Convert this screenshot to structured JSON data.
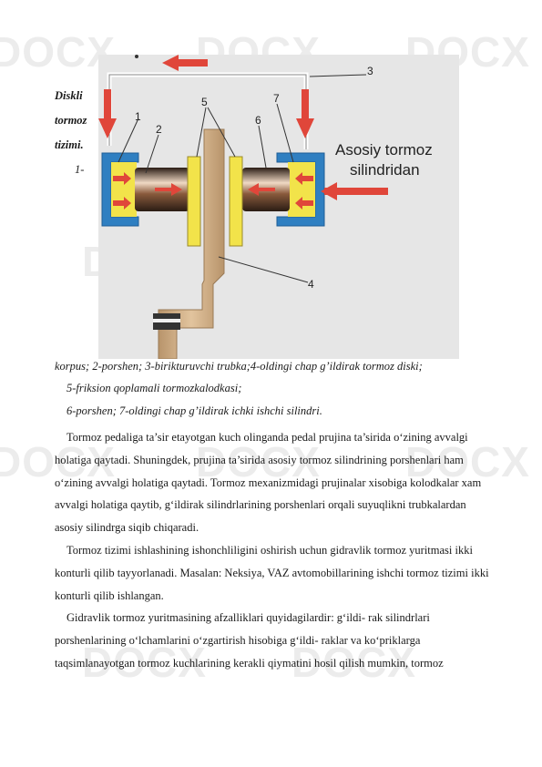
{
  "watermark": "DOCX",
  "side_caption": {
    "lines": [
      "Diskli",
      "tormoz",
      "tizimi."
    ],
    "number": "1-"
  },
  "figure": {
    "label_text_line1": "Asosiy tormoz",
    "label_text_line2": "silindridan",
    "callouts": [
      "1",
      "2",
      "3",
      "4",
      "5",
      "6",
      "7"
    ],
    "colors": {
      "housing_blue": "#2f7fc1",
      "fluid_yellow": "#f2e34a",
      "pipe_red": "#e0463a",
      "disc_tan": "#d2b48c",
      "piston_dark": "#3a2a20",
      "background": "#e6e6e6"
    }
  },
  "caption": {
    "line1": "korpus; 2-porshen; 3-birikturuvchi trubka;4-oldingi chap g’ildirak tormoz diski;",
    "line2": "5-friksion qoplamali tormozkalodkasi;",
    "line3": "6-porshen; 7-oldingi chap g’ildirak ichki ishchi silindri."
  },
  "body_paragraphs": [
    "Tormoz pedaliga ta’sir etayotgan kuch olinganda pedal prujina ta’sirida o‘zining avvalgi holatiga qaytadi. Shuningdek, prujina ta’sirida asosiy tormoz silindrining porshenlari ham o‘zining avvalgi holatiga qaytadi. Tormoz mexanizmidagi prujinalar xisobiga kolodkalar xam avvalgi holatiga qaytib, g‘ildirak silindrlarining porshenlari orqali suyuqlikni trubkalardan asosiy silindrga siqib chiqaradi.",
    "Tormoz tizimi ishlashining ishonchliligini oshirish uchun gidravlik tormoz yuritmasi ikki konturli qilib tayyorlanadi. Masalan: Neksiya, VAZ avtomobillarining ishchi tormoz tizimi ikki konturli qilib ishlangan.",
    "Gidravlik tormoz yuritmasining afzalliklari quyidagilardir: g‘ildi- rak silindrlari porshenlarining o‘lchamlarini o‘zgartirish hisobiga g‘ildi- raklar va ko‘priklarga taqsimlanayotgan tormoz kuchlarining kerakli qiymatini hosil qilish mumkin, tormoz"
  ]
}
